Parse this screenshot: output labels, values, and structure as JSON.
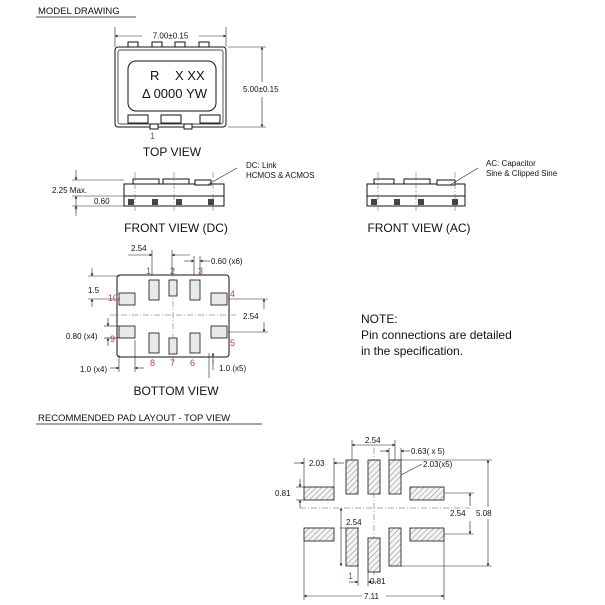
{
  "headers": {
    "model_drawing": "MODEL DRAWING",
    "pad_layout": "RECOMMENDED PAD LAYOUT -  TOP VIEW"
  },
  "top_view": {
    "width_dim": "7.00±0.15",
    "height_dim": "5.00±0.15",
    "marking_line1_left": "R",
    "marking_line1_right": "X XX",
    "marking_line2": "Δ 0000 YW",
    "pin1": "1",
    "title": "TOP VIEW"
  },
  "front_dc": {
    "max_height": "2.25 Max.",
    "thickness": "0.60",
    "callout_line1": "DC: Link",
    "callout_line2": "HCMOS & ACMOS",
    "title": "FRONT VIEW (DC)"
  },
  "front_ac": {
    "callout_line1": "AC: Capacitor",
    "callout_line2": "Sine & Clipped Sine",
    "title": "FRONT VIEW (AC)"
  },
  "bottom_view": {
    "pitch": "2.54",
    "pad_width": "0.60 (x6)",
    "side_offset": "1.5",
    "side_pad_height": "0.80 (x4)",
    "side_pitch": "2.54",
    "side_pad_len": "1.0 (x4)",
    "pad_len": "1.0 (x5)",
    "pins_top": [
      "1",
      "2",
      "3"
    ],
    "pins_bottom": [
      "8",
      "7",
      "6"
    ],
    "pin_left_top": "10",
    "pin_left_bottom": "9",
    "pin_right_top": "4",
    "pin_right_bottom": "5",
    "title": "BOTTOM VIEW"
  },
  "note": {
    "title": "NOTE:",
    "line1": "Pin connections are detailed",
    "line2": "in the specification."
  },
  "pad_layout": {
    "pitch_top": "2.54",
    "pad_width": "0.63( x 5)",
    "side_len": "2.03",
    "pad_len": "2.03(x5)",
    "side_height": "0.81",
    "vert_pitch": "2.54",
    "overall_height": "5.08",
    "inner_dim": "2.54",
    "pin1": "1",
    "bottom_width": "0.81",
    "overall_width": "7.11"
  }
}
